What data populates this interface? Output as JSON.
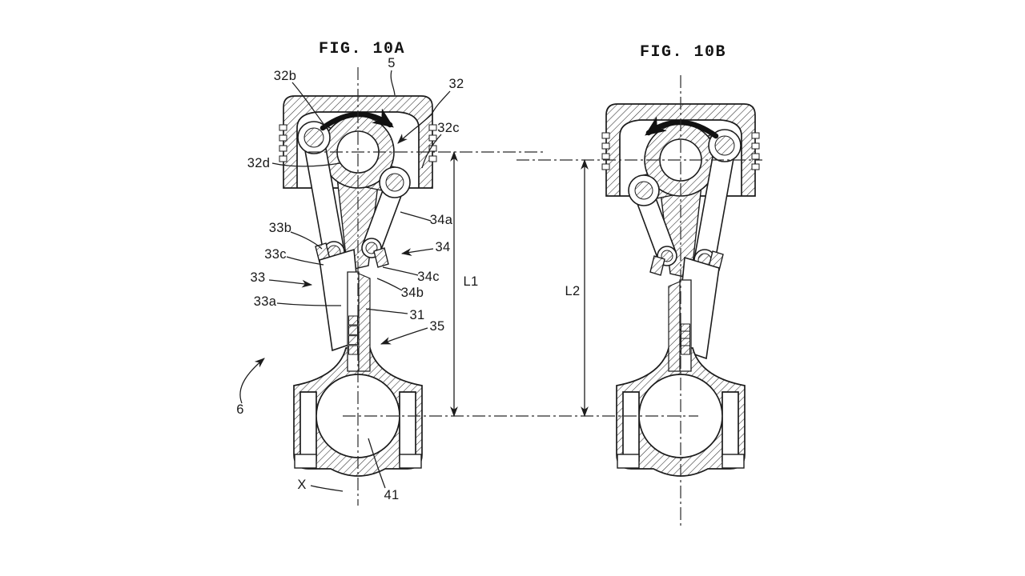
{
  "page": {
    "background_color": "#ffffff",
    "line_color": "#1c1c1c",
    "description": "Patent-style cross-section drawing of two multi-link piston and connecting-rod assemblies"
  },
  "figures": {
    "fig_a": {
      "title": "FIG. 10A",
      "rotation_arrow_direction": "clockwise",
      "reference_labels": {
        "5": "5",
        "6": "6",
        "31": "31",
        "32": "32",
        "32b": "32b",
        "32c": "32c",
        "32d": "32d",
        "33": "33",
        "33a": "33a",
        "33b": "33b",
        "33c": "33c",
        "34": "34",
        "34a": "34a",
        "34b": "34b",
        "34c": "34c",
        "35": "35",
        "41": "41",
        "X": "X"
      }
    },
    "fig_b": {
      "title": "FIG. 10B",
      "rotation_arrow_direction": "counterclockwise",
      "reference_labels": {}
    },
    "dimensions": {
      "l1": "L1",
      "l2": "L2"
    }
  }
}
